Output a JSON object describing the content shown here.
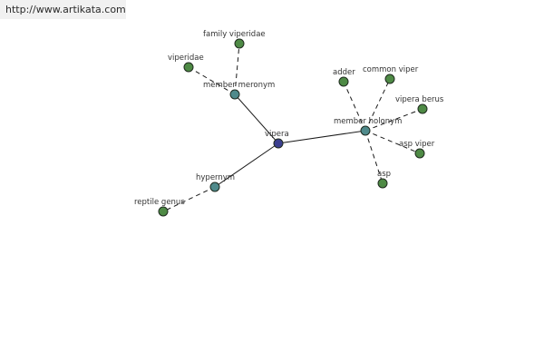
{
  "header": {
    "url": "http://www.artikata.com"
  },
  "colors": {
    "center": "#3b3f8f",
    "relation": "#4f8a8b",
    "leaf": "#4e8a45",
    "edge": "#1a1a1a"
  },
  "graph": {
    "nodes": [
      {
        "id": "vipera",
        "label": "vipera",
        "kind": "center"
      },
      {
        "id": "member_meronym",
        "label": "member meronym",
        "kind": "relation"
      },
      {
        "id": "member_holonym",
        "label": "member holonym",
        "kind": "relation"
      },
      {
        "id": "hypernym",
        "label": "hypernym",
        "kind": "relation"
      },
      {
        "id": "viperidae",
        "label": "viperidae",
        "kind": "leaf"
      },
      {
        "id": "family_viperidae",
        "label": "family viperidae",
        "kind": "leaf"
      },
      {
        "id": "adder",
        "label": "adder",
        "kind": "leaf"
      },
      {
        "id": "common_viper",
        "label": "common viper",
        "kind": "leaf"
      },
      {
        "id": "vipera_berus",
        "label": "vipera berus",
        "kind": "leaf"
      },
      {
        "id": "asp_viper",
        "label": "asp viper",
        "kind": "leaf"
      },
      {
        "id": "asp",
        "label": "asp",
        "kind": "leaf"
      },
      {
        "id": "reptile_genus",
        "label": "reptile genus",
        "kind": "leaf"
      }
    ],
    "edges": [
      {
        "from": "vipera",
        "to": "member_meronym",
        "style": "solid"
      },
      {
        "from": "vipera",
        "to": "member_holonym",
        "style": "solid"
      },
      {
        "from": "vipera",
        "to": "hypernym",
        "style": "solid"
      },
      {
        "from": "member_meronym",
        "to": "viperidae",
        "style": "dashed"
      },
      {
        "from": "member_meronym",
        "to": "family_viperidae",
        "style": "dashed"
      },
      {
        "from": "member_holonym",
        "to": "adder",
        "style": "dashed"
      },
      {
        "from": "member_holonym",
        "to": "common_viper",
        "style": "dashed"
      },
      {
        "from": "member_holonym",
        "to": "vipera_berus",
        "style": "dashed"
      },
      {
        "from": "member_holonym",
        "to": "asp_viper",
        "style": "dashed"
      },
      {
        "from": "member_holonym",
        "to": "asp",
        "style": "dashed"
      },
      {
        "from": "hypernym",
        "to": "reptile_genus",
        "style": "dashed"
      }
    ]
  }
}
